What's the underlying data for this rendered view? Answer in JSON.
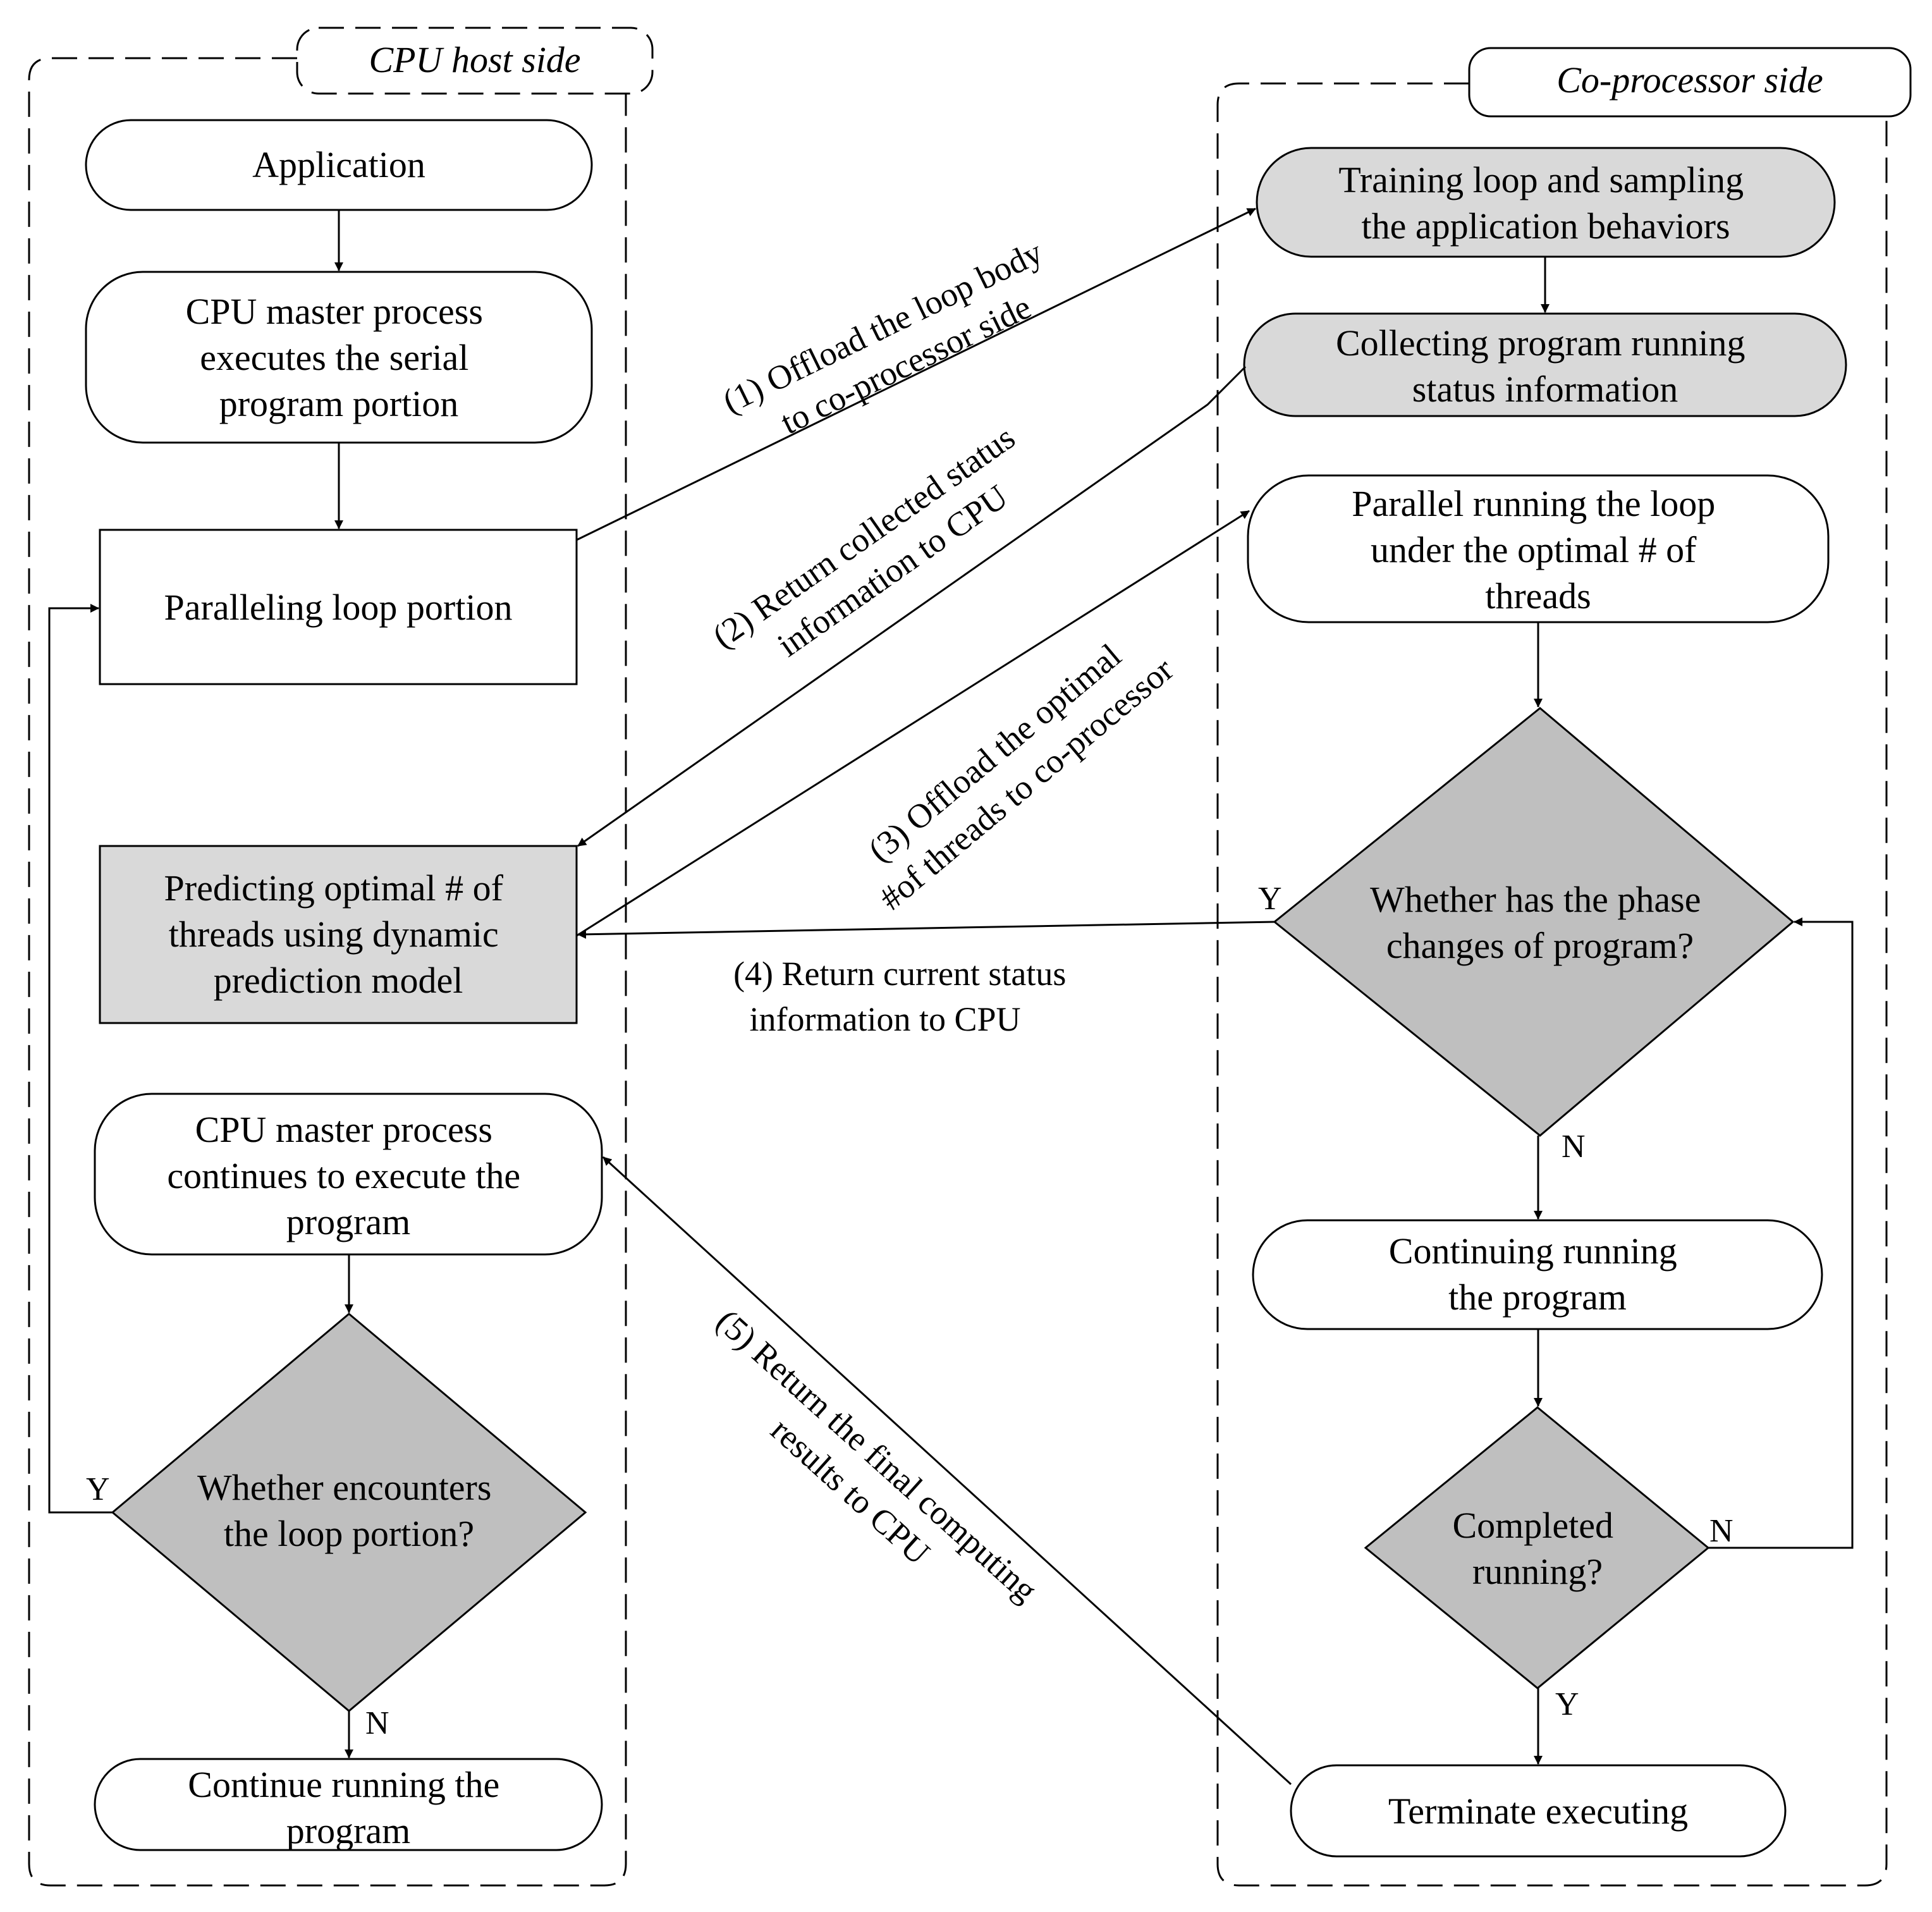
{
  "regions": {
    "cpu": {
      "label": "CPU host side"
    },
    "coproc": {
      "label": "Co-processor side"
    }
  },
  "nodes": {
    "application": {
      "lines": [
        "Application"
      ]
    },
    "cpu_master": {
      "lines": [
        "CPU master process",
        "executes the serial",
        "program portion"
      ]
    },
    "paralleling": {
      "lines": [
        "Paralleling loop portion"
      ]
    },
    "predicting": {
      "lines": [
        "Predicting optimal # of",
        "threads using dynamic",
        "prediction model"
      ]
    },
    "cpu_continues": {
      "lines": [
        "CPU master process",
        "continues to execute the",
        "program"
      ]
    },
    "encounters": {
      "lines": [
        "Whether encounters",
        "the loop portion?"
      ]
    },
    "continue_running": {
      "lines": [
        "Continue running the",
        "program"
      ]
    },
    "training": {
      "lines": [
        "Training loop and sampling",
        "the application behaviors"
      ]
    },
    "collecting": {
      "lines": [
        "Collecting  program running",
        "status information"
      ]
    },
    "parallel_running": {
      "lines": [
        "Parallel running the loop",
        "under  the optimal # of",
        "threads"
      ]
    },
    "phase": {
      "lines": [
        "Whether has the phase",
        "changes of program?"
      ]
    },
    "continuing": {
      "lines": [
        "Continuing running",
        "the program"
      ]
    },
    "completed": {
      "lines": [
        "Completed",
        "running?"
      ]
    },
    "terminate": {
      "lines": [
        "Terminate  executing"
      ]
    }
  },
  "edge_labels": {
    "e1": [
      "(1) Offload the loop body",
      "to co-processor side"
    ],
    "e2": [
      "(2) Return collected status",
      "information to CPU"
    ],
    "e3": [
      "(3) Offload the optimal",
      "#of threads to co-processor"
    ],
    "e4": [
      "(4) Return current status",
      "information to CPU"
    ],
    "e5": [
      "(5) Return the final computing",
      "results to CPU"
    ]
  },
  "decision_labels": {
    "encounters_yes": "Y",
    "encounters_no": "N",
    "phase_yes": "Y",
    "phase_no": "N",
    "completed_no": "N",
    "completed_yes": "Y"
  },
  "colors": {
    "line": "#000000",
    "fill_white": "#ffffff",
    "fill_light_gray": "#d9d9d9",
    "fill_dark_gray": "#bfbfbf"
  }
}
